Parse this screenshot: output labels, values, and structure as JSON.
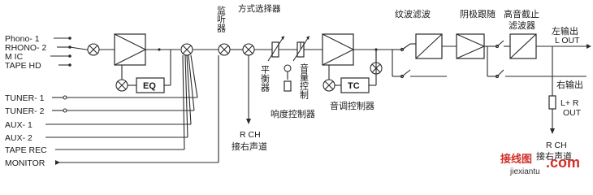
{
  "inputs": {
    "phono1": "Phono- 1",
    "phono2": "RHONO- 2",
    "mic": "M IC",
    "tape_hd": "TAPE HD",
    "tuner1": "TUNER- 1",
    "tuner2": "TUNER- 2",
    "aux1": "AUX- 1",
    "aux2": "AUX- 2",
    "tape_rec": "TAPE REC",
    "monitor": "MONITOR"
  },
  "blocks": {
    "eq": "EQ",
    "tc": "TC"
  },
  "labels": {
    "monitor_sel": "监听器",
    "mode_sel": "方式选择器",
    "balance": "平衡器",
    "volume": "音量控制",
    "loudness": "响度控制器",
    "tone": "音调控制器",
    "ripple": "纹波滤波",
    "cathode": "阴极跟随",
    "treble_cut_1": "高音截止",
    "treble_cut_2": "滤波器",
    "left_out_cn": "左输出",
    "left_out_en": "L OUT",
    "right_out_cn": "右输出",
    "lr_1": "L+ R",
    "lr_2": "OUT",
    "rch_1": "R CH",
    "rch_2": "接右声道",
    "rch2_1": "R CH",
    "rch2_2": "接右声道"
  },
  "watermark": {
    "cn": "接线图",
    "com": ".com",
    "en": "jiexiantu"
  }
}
